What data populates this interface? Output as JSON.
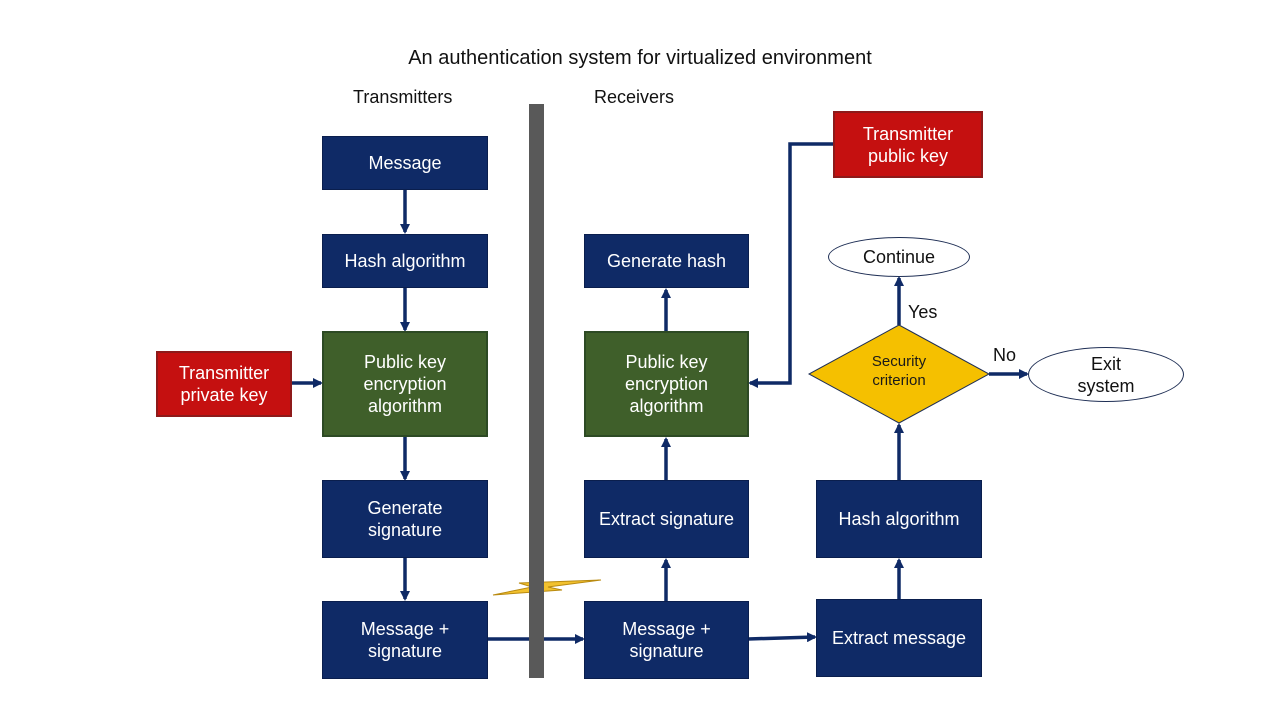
{
  "title": "An authentication system for virtualized environment",
  "lanes": {
    "left": "Transmitters",
    "right": "Receivers"
  },
  "transmitter": {
    "message": "Message",
    "hash_algorithm": "Hash algorithm",
    "private_key": "Transmitter\nprivate key",
    "encryption": "Public key\nencryption\nalgorithm",
    "generate_signature": "Generate\nsignature",
    "message_signature": "Message +\nsignature"
  },
  "receiver": {
    "public_key": "Transmitter\npublic key",
    "generate_hash": "Generate hash",
    "encryption": "Public key\nencryption\nalgorithm",
    "extract_signature": "Extract signature",
    "message_signature": "Message +\nsignature",
    "extract_message": "Extract message",
    "hash_algorithm": "Hash algorithm",
    "security_criterion": "Security\ncriterion",
    "continue": "Continue",
    "exit_system": "Exit\nsystem",
    "yes_label": "Yes",
    "no_label": "No"
  },
  "colors": {
    "navy": "#0f2a66",
    "green": "#3f5f2a",
    "red": "#c51010",
    "diamond": "#f5c000",
    "arrow": "#0f2a66",
    "divider": "#595959",
    "lightning": "#f2c12e"
  },
  "icons": {
    "interference": "lightning-bolt-icon"
  }
}
